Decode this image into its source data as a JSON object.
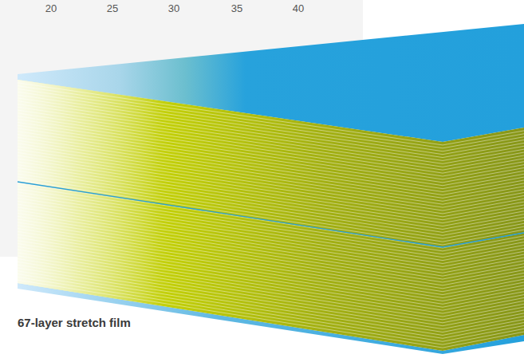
{
  "diagram": {
    "caption": "67-layer stretch film",
    "labels": [
      "20",
      "25",
      "30",
      "35",
      "40"
    ]
  }
}
